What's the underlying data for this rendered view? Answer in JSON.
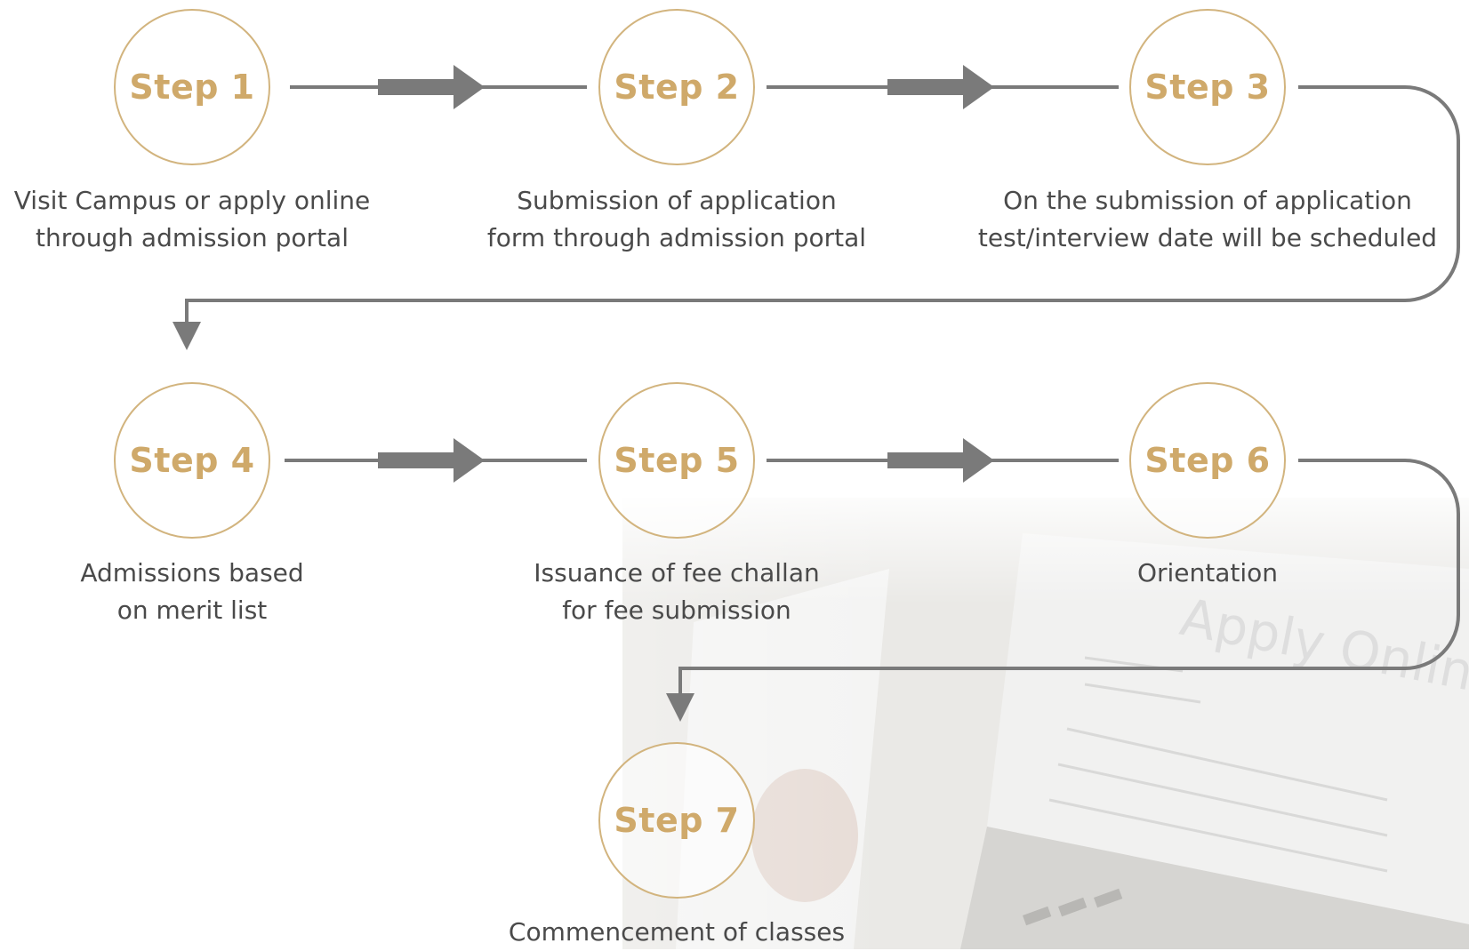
{
  "steps": [
    {
      "label": "Step 1",
      "desc": [
        "Visit Campus or apply online",
        "through admission portal"
      ]
    },
    {
      "label": "Step 2",
      "desc": [
        "Submission of application",
        "form through admission portal"
      ]
    },
    {
      "label": "Step 3",
      "desc": [
        "On the submission of application",
        "test/interview date will be scheduled"
      ]
    },
    {
      "label": "Step 4",
      "desc": [
        "Admissions based",
        "on merit list"
      ]
    },
    {
      "label": "Step 5",
      "desc": [
        "Issuance of fee challan",
        "for fee submission"
      ]
    },
    {
      "label": "Step 6",
      "desc": [
        "Orientation"
      ]
    },
    {
      "label": "Step 7",
      "desc": [
        "Commencement of classes"
      ]
    }
  ],
  "background": {
    "watermark_text": "Apply Online"
  },
  "colors": {
    "accent": "#cfa96a",
    "circle_border": "#d2b47e",
    "connector": "#7a7a7a",
    "text": "#4a4a4a"
  }
}
